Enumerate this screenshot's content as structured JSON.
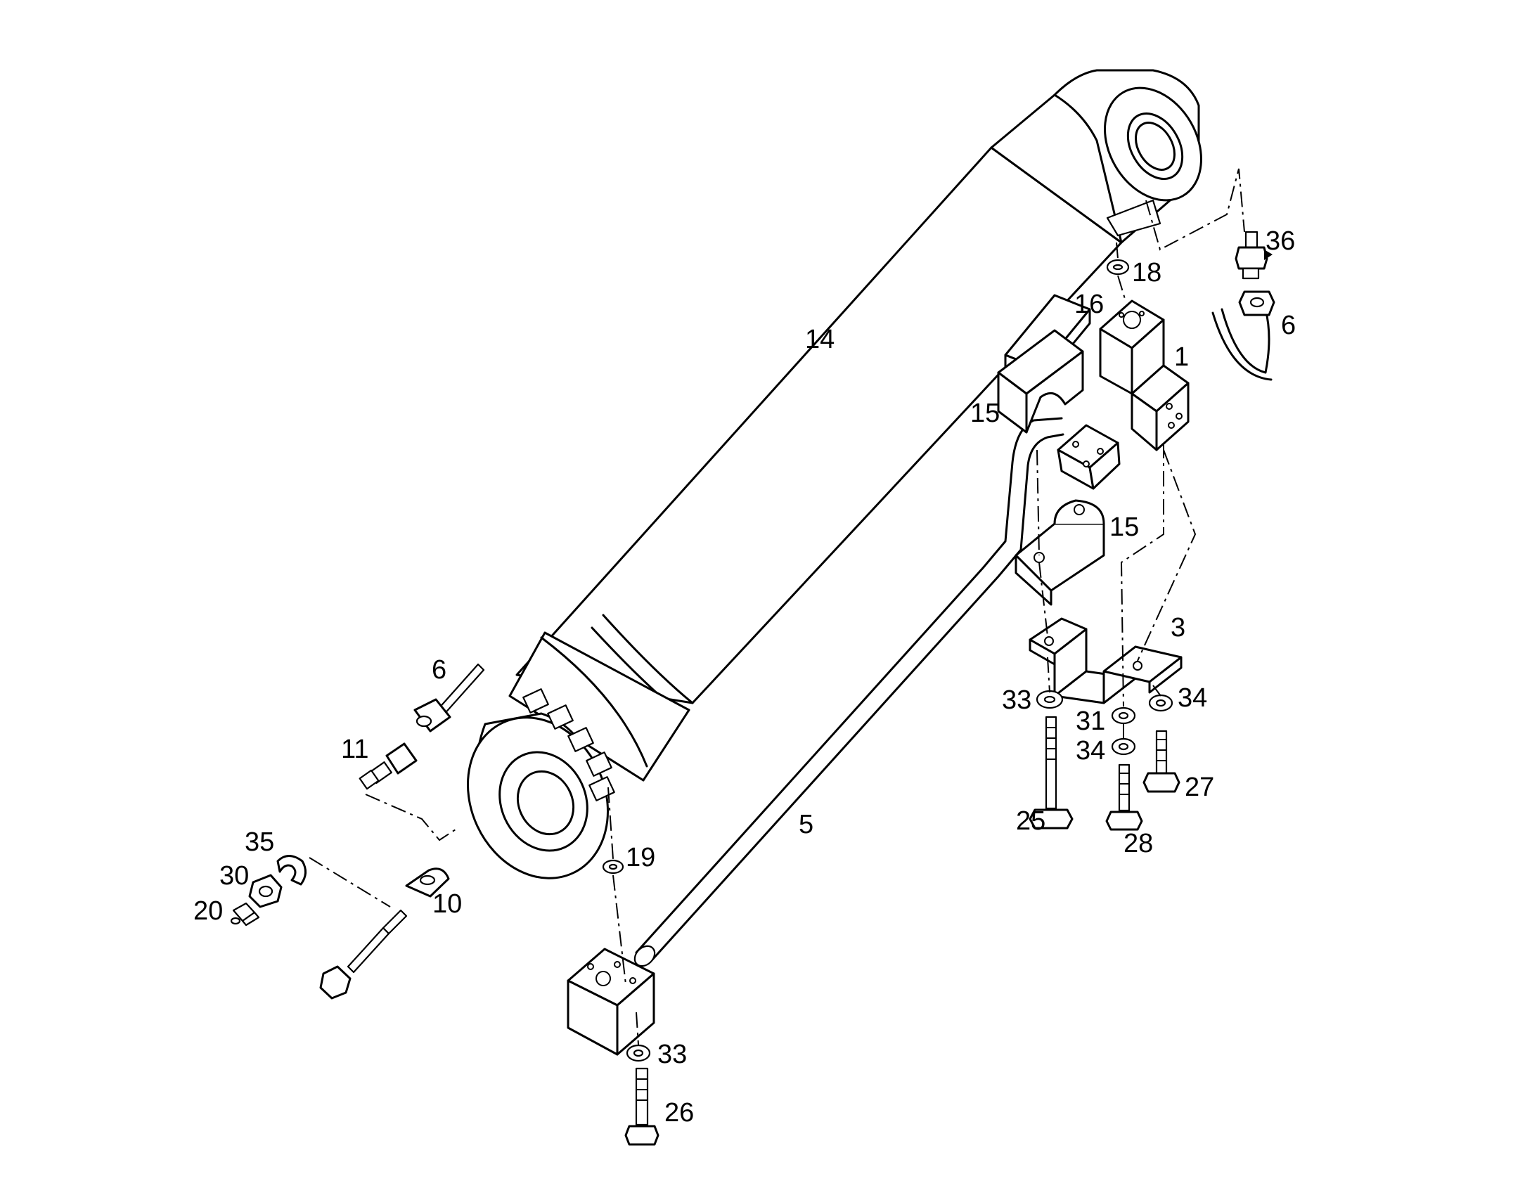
{
  "diagram": {
    "callouts": [
      {
        "id": "p14",
        "text": "14"
      },
      {
        "id": "p36",
        "text": "36"
      },
      {
        "id": "p18",
        "text": "18"
      },
      {
        "id": "p16",
        "text": "16"
      },
      {
        "id": "p6a",
        "text": "6"
      },
      {
        "id": "p1",
        "text": "1"
      },
      {
        "id": "p15a",
        "text": "15"
      },
      {
        "id": "p15b",
        "text": "15"
      },
      {
        "id": "p3",
        "text": "3"
      },
      {
        "id": "p6b",
        "text": "6"
      },
      {
        "id": "p33a",
        "text": "33"
      },
      {
        "id": "p31",
        "text": "31"
      },
      {
        "id": "p34a",
        "text": "34"
      },
      {
        "id": "p34b",
        "text": "34"
      },
      {
        "id": "p27",
        "text": "27"
      },
      {
        "id": "p11",
        "text": "11"
      },
      {
        "id": "p25",
        "text": "25"
      },
      {
        "id": "p28",
        "text": "28"
      },
      {
        "id": "p5",
        "text": "5"
      },
      {
        "id": "p35",
        "text": "35"
      },
      {
        "id": "p19",
        "text": "19"
      },
      {
        "id": "p30",
        "text": "30"
      },
      {
        "id": "p10",
        "text": "10"
      },
      {
        "id": "p20",
        "text": "20"
      },
      {
        "id": "p33b",
        "text": "33"
      },
      {
        "id": "p26",
        "text": "26"
      }
    ]
  }
}
